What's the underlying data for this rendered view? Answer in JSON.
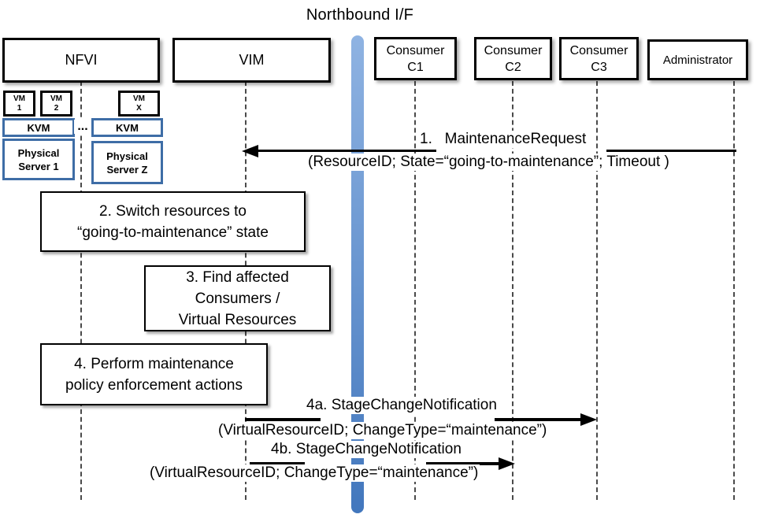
{
  "diagram_title": "Northbound I/F",
  "actors": {
    "nfvi": {
      "label": "NFVI"
    },
    "vim": {
      "label": "VIM"
    },
    "c1": {
      "lines": [
        "Consumer",
        "C1"
      ]
    },
    "c2": {
      "lines": [
        "Consumer",
        "C2"
      ]
    },
    "c3": {
      "lines": [
        "Consumer",
        "C3"
      ]
    },
    "admin": {
      "label": "Administrator"
    }
  },
  "nfvi_detail": {
    "vm1": {
      "lines": [
        "VM",
        "1"
      ]
    },
    "vm2": {
      "lines": [
        "VM",
        "2"
      ]
    },
    "vmx": {
      "lines": [
        "VM",
        "X"
      ]
    },
    "kvm1": "KVM",
    "kvm2": "KVM",
    "ellipsis": "...",
    "server1": {
      "lines": [
        "Physical",
        "Server 1"
      ]
    },
    "serverz": {
      "lines": [
        "Physical",
        "Server Z"
      ]
    }
  },
  "activities": {
    "step2": {
      "lines": [
        "2. Switch resources to",
        "“going-to-maintenance” state"
      ]
    },
    "step3": {
      "lines": [
        "3. Find affected",
        "Consumers /",
        "Virtual Resources"
      ]
    },
    "step4": {
      "lines": [
        "4. Perform maintenance",
        "policy enforcement actions"
      ]
    }
  },
  "messages": {
    "msg1": {
      "title": "1.   MaintenanceRequest",
      "params": "(ResourceID; State=“going-to-maintenance”; Timeout )"
    },
    "msg4a": {
      "title": "4a. StageChangeNotification",
      "params": "(VirtualResourceID; ChangeType=“maintenance”)"
    },
    "msg4b": {
      "title": "4b. StageChangeNotification",
      "params": "(VirtualResourceID; ChangeType=“maintenance”)"
    }
  },
  "colors": {
    "bar_gradient_top": "#8fb3e2",
    "bar_gradient_bottom": "#4277bd",
    "blue_box_border": "#3e6da6",
    "line_black": "#000000",
    "lifeline_gray": "#4a4a4a"
  }
}
